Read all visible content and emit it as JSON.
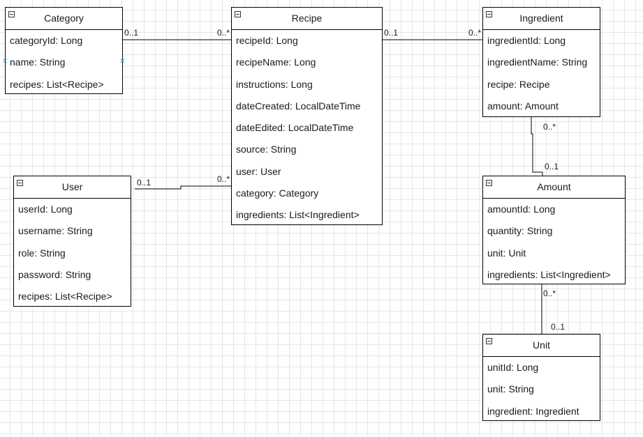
{
  "entities": {
    "category": {
      "title": "Category",
      "fields": [
        "categoryId: Long",
        "name: String",
        "recipes: List<Recipe>"
      ]
    },
    "recipe": {
      "title": "Recipe",
      "fields": [
        "recipeId: Long",
        "recipeName: Long",
        "instructions: Long",
        "dateCreated: LocalDateTime",
        "dateEdited: LocalDateTime",
        "source: String",
        "user: User",
        "category: Category",
        "ingredients: List<Ingredient>"
      ]
    },
    "ingredient": {
      "title": "Ingredient",
      "fields": [
        "ingredientId: Long",
        "ingredientName: String",
        "recipe: Recipe",
        "amount: Amount"
      ]
    },
    "user": {
      "title": "User",
      "fields": [
        "userId: Long",
        "username: String",
        "role: String",
        "password: String",
        "recipes: List<Recipe>"
      ]
    },
    "amount": {
      "title": "Amount",
      "fields": [
        "amountId: Long",
        "quantity: String",
        "unit: Unit",
        "ingredients: List<Ingredient>"
      ]
    },
    "unit": {
      "title": "Unit",
      "fields": [
        "unitId: Long",
        "unit: String",
        "ingredient: Ingredient"
      ]
    }
  },
  "relations": [
    {
      "from": "category",
      "to": "recipe",
      "from_mult": "0..1",
      "to_mult": "0..*"
    },
    {
      "from": "recipe",
      "to": "ingredient",
      "from_mult": "0..1",
      "to_mult": "0..*"
    },
    {
      "from": "user",
      "to": "recipe",
      "from_mult": "0..1",
      "to_mult": "0..*"
    },
    {
      "from": "ingredient",
      "to": "amount",
      "from_mult": "0..*",
      "to_mult": "0..1"
    },
    {
      "from": "amount",
      "to": "unit",
      "from_mult": "0..*",
      "to_mult": "0..1"
    }
  ],
  "colors": {
    "line": "#000000",
    "grid": "#e6e6e6",
    "selection_handle": "#29a8e0"
  }
}
